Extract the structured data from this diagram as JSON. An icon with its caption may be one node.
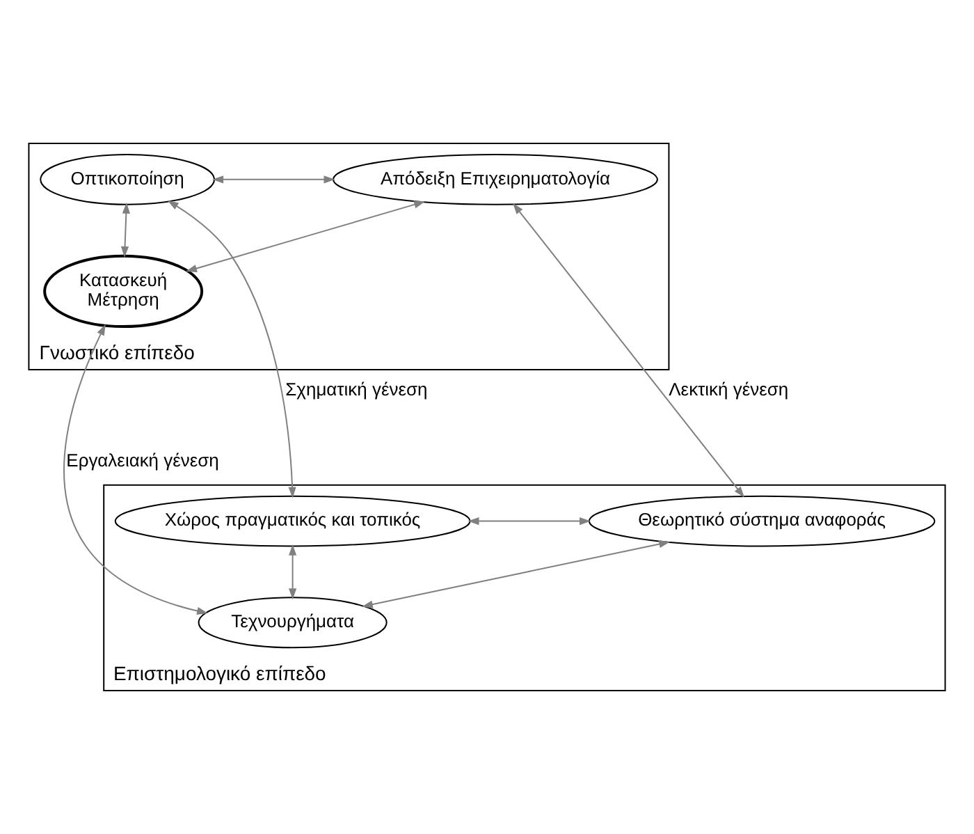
{
  "diagram": {
    "nodes": [
      {
        "text": [
          "Γνωστικό επίπεδο"
        ]
      },
      {
        "text": [
          "Οπτικοποίηση"
        ],
        "in": 0
      },
      {
        "text": [
          "Απόδειξη Επιχειρηματολογία"
        ],
        "in": 0
      },
      {
        "text": [
          "Κατασκευή",
          "Μέτρηση"
        ],
        "in": 0
      },
      {
        "text": [
          "Επιστημολογικό επίπεδο"
        ]
      },
      {
        "text": [
          "Χώρος πραγματικός και τοπικός"
        ],
        "in": 4
      },
      {
        "text": [
          "Θεωρητικό σύστημα αναφοράς"
        ],
        "in": 4
      },
      {
        "text": [
          "Τεχνουργήματα"
        ],
        "in": 4
      }
    ],
    "edges": [
      {
        "from": 1,
        "to": 2,
        "arrow": "both"
      },
      {
        "from": 1,
        "to": 3,
        "arrow": "both"
      },
      {
        "from": 3,
        "to": 2,
        "arrow": "both"
      },
      {
        "from": 1,
        "to": 5,
        "arrow": "both",
        "label": "Σχηματική γένεση"
      },
      {
        "from": 3,
        "to": 7,
        "arrow": "both",
        "label": "Εργαλειακή γένεση"
      },
      {
        "from": 2,
        "to": 6,
        "arrow": "both",
        "label": "Λεκτική γένεση"
      },
      {
        "from": 5,
        "to": 6,
        "arrow": "both"
      },
      {
        "from": 5,
        "to": 7,
        "arrow": "both"
      },
      {
        "from": 7,
        "to": 6,
        "arrow": "both"
      }
    ]
  }
}
